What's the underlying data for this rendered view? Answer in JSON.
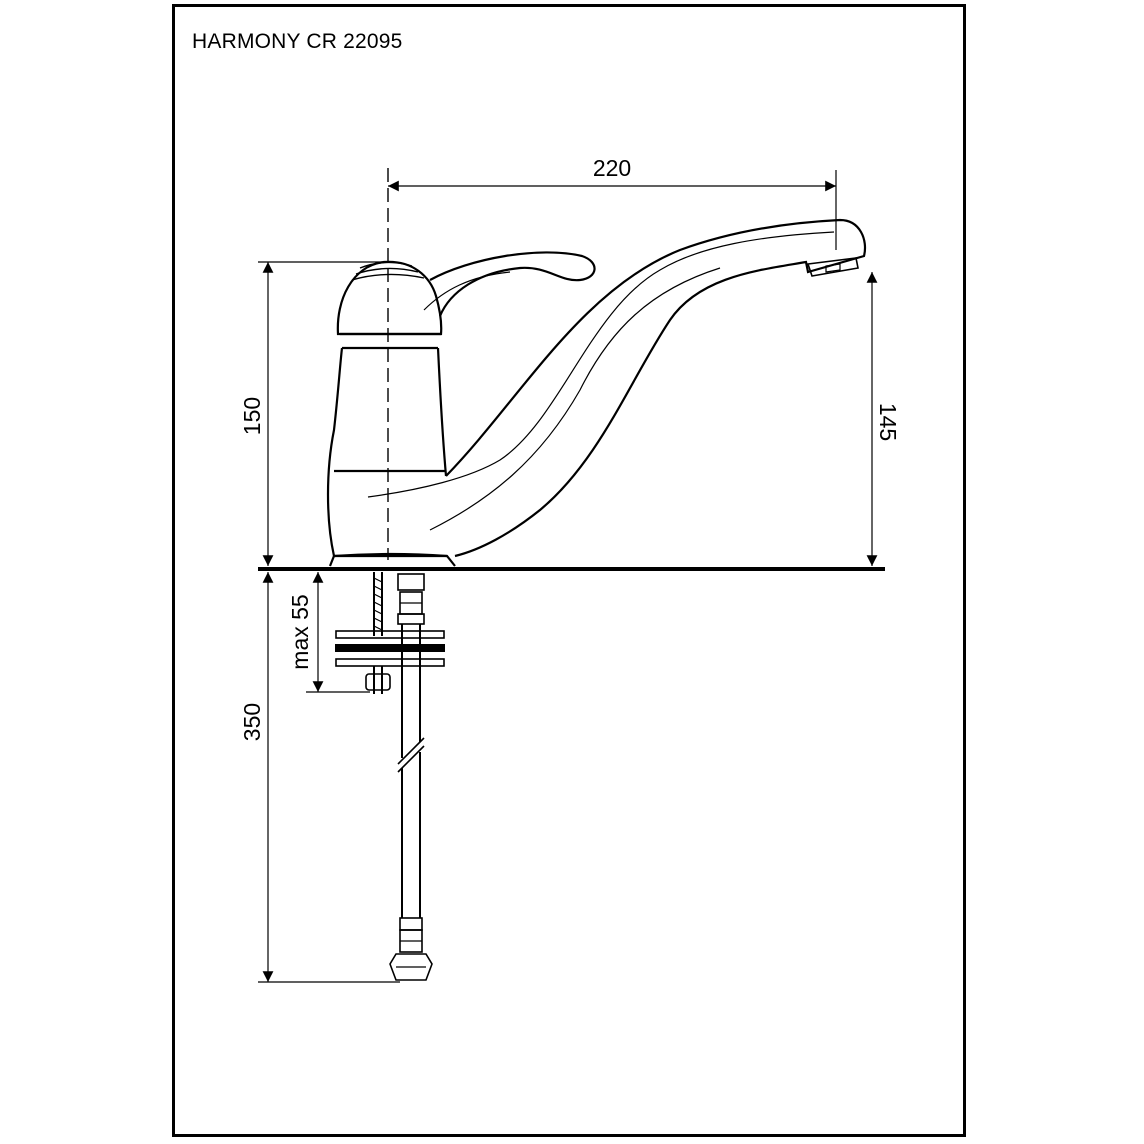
{
  "title": "HARMONY CR 22095",
  "dimensions": {
    "spout_reach": "220",
    "total_height": "150",
    "spout_height": "145",
    "below_deck": "350",
    "max_thickness": "max 55"
  },
  "colors": {
    "line": "#000000",
    "background": "#ffffff"
  }
}
